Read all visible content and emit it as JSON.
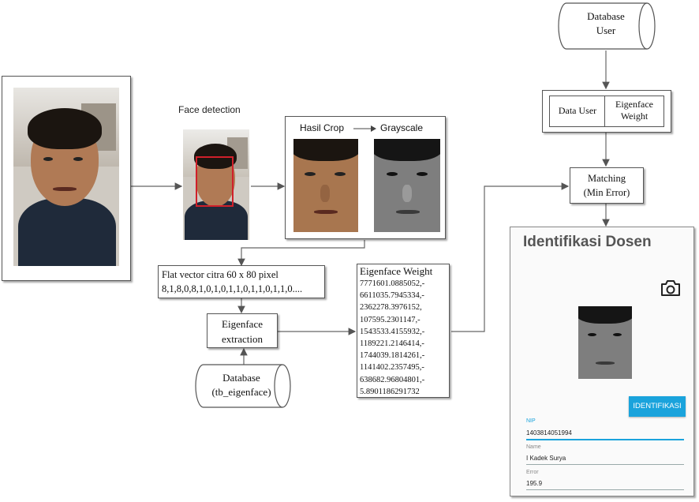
{
  "db_user": {
    "label_line1": "Database",
    "label_line2": "User"
  },
  "data_panel": {
    "left": "Data User",
    "right_line1": "Eigenface",
    "right_line2": "Weight"
  },
  "matching": {
    "line1": "Matching",
    "line2": "(Min Error)"
  },
  "face_detection": {
    "label": "Face detection"
  },
  "crop_panel": {
    "crop_label": "Hasil Crop",
    "gray_label": "Grayscale"
  },
  "flat_vector": {
    "line1": "Flat vector citra 60 x 80 pixel",
    "line2": "8,1,8,0,8,1,0,1,0,1,1,0,1,1,0,1,1,0...."
  },
  "eigen_extract": {
    "line1": "Eigenface",
    "line2": "extraction"
  },
  "db_eigen": {
    "line1": "Database",
    "line2": "(tb_eigenface)"
  },
  "eigen_weight": {
    "title": "Eigenface Weight",
    "lines": [
      "7771601.0885052,-",
      "6611035.7945334,-",
      "2362278.3976152,",
      "107595.2301147,-",
      "1543533.4155932,-",
      "1189221.2146414,-",
      "1744039.1814261,-",
      "1141402.2357495,-",
      "638682.96804801,-",
      "5.8901186291732"
    ]
  },
  "app": {
    "title": "Identifikasi Dosen",
    "camera_icon": "camera-icon",
    "button_label": "IDENTIFIKASI",
    "nip_label": "NIP",
    "nip_value": "1403814051994",
    "name_label": "Name",
    "name_value": "I Kadek Surya",
    "error_label": "Error",
    "error_value": "195.9",
    "accent": "#1aa3dc"
  }
}
